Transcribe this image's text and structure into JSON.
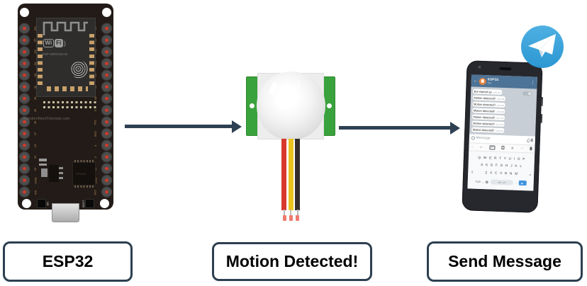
{
  "diagram": {
    "labels": {
      "esp32": "ESP32",
      "motion": "Motion Detected!",
      "send": "Send Message"
    },
    "arrow_color": "#2e4153",
    "label_border_color": "#2d3f50"
  },
  "board": {
    "wifi_badge": {
      "wi": "Wi",
      "fi": "Fi",
      "paren": ")"
    },
    "module_label": "ESP-WROOM-32",
    "brand": "RandomNerdTutorials.com",
    "chip_label": "CP2102",
    "button_en": "EN",
    "button_boot": "BOOT",
    "pins_left": [
      "EN",
      "VP",
      "VN",
      "34",
      "35",
      "32",
      "33",
      "25",
      "26",
      "27",
      "14",
      "12",
      "13",
      "GND",
      "VIN"
    ],
    "pins_right": [
      "23",
      "22",
      "TXD",
      "RXD",
      "21",
      "19",
      "18",
      "5",
      "TX2",
      "RX2",
      "4",
      "2",
      "15",
      "GND",
      "3V3"
    ]
  },
  "sensor": {
    "wire_colors": {
      "red": "#d6392b",
      "yellow": "#eac31e",
      "black": "#332e2c"
    },
    "pcb_green": "#3aa23c"
  },
  "phone": {
    "header": {
      "back_icon": "←",
      "title": "ESP32",
      "subtitle": "bot",
      "menu_icon": "⋮"
    },
    "messages": [
      {
        "text": "Bot started up",
        "time": "4:05 AM"
      },
      {
        "text": "Motion detected!!",
        "time": "4:05 AM"
      },
      {
        "text": "Motion detected!!",
        "time": "4:06 AM"
      },
      {
        "text": "Motion detected!!",
        "time": "4:06 AM"
      },
      {
        "text": "Motion detected!!",
        "time": "4:07 AM"
      },
      {
        "text": "Motion detected!!",
        "time": "4:07 AM"
      },
      {
        "text": "Motion detected!!",
        "time": "4:08 AM"
      }
    ],
    "input": {
      "emoji_icon": "☺",
      "placeholder": "Message"
    },
    "strip": {
      "chevron_icon": "‹",
      "sticker_icon": "☺",
      "gif_label": "GIF",
      "gear_icon": "⚙",
      "dots_icon": "⋯"
    },
    "keyboard": {
      "row1": "Q W E R T Y U I O P",
      "row2": "A S D F G H J K L",
      "row3": "Z X C V B N M",
      "shift_icon": "⇧",
      "backspace_icon": "×",
      "symbols_key": "?123",
      "comma_key": ",",
      "space_key": "EN · PT",
      "period_key": ".",
      "enter_icon": "▶"
    },
    "telegram_blue": "#35a6de"
  }
}
